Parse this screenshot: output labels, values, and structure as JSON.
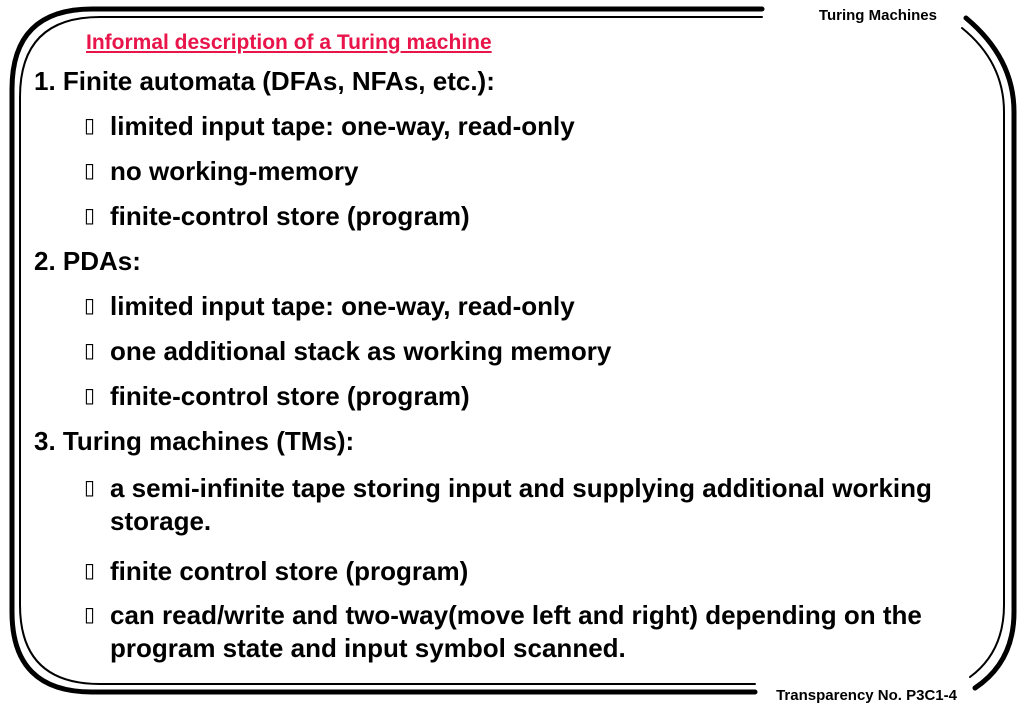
{
  "header": {
    "running_title": "Turing Machines",
    "footer_text": "Transparency No. P3C1-4"
  },
  "colors": {
    "title": "#e8144a",
    "text": "#000000",
    "frame": "#000000"
  },
  "slide": {
    "title": "Informal description of a Turing machine",
    "bullet_icon": "missing-glyph-box-icon",
    "sections": [
      {
        "heading": "1. Finite automata (DFAs, NFAs, etc.):",
        "bullets": [
          "limited input tape: one-way, read-only",
          "no working-memory",
          "finite-control store (program)"
        ]
      },
      {
        "heading": "2. PDAs:",
        "bullets": [
          "limited input tape: one-way, read-only",
          "one additional stack as working memory",
          "finite-control store (program)"
        ]
      },
      {
        "heading": "3. Turing machines (TMs):",
        "bullets": [
          "a semi-infinite tape storing input and supplying additional working storage.",
          "finite control store (program)",
          "can read/write and two-way(move left and right) depending on the program state and input symbol scanned."
        ]
      }
    ]
  }
}
